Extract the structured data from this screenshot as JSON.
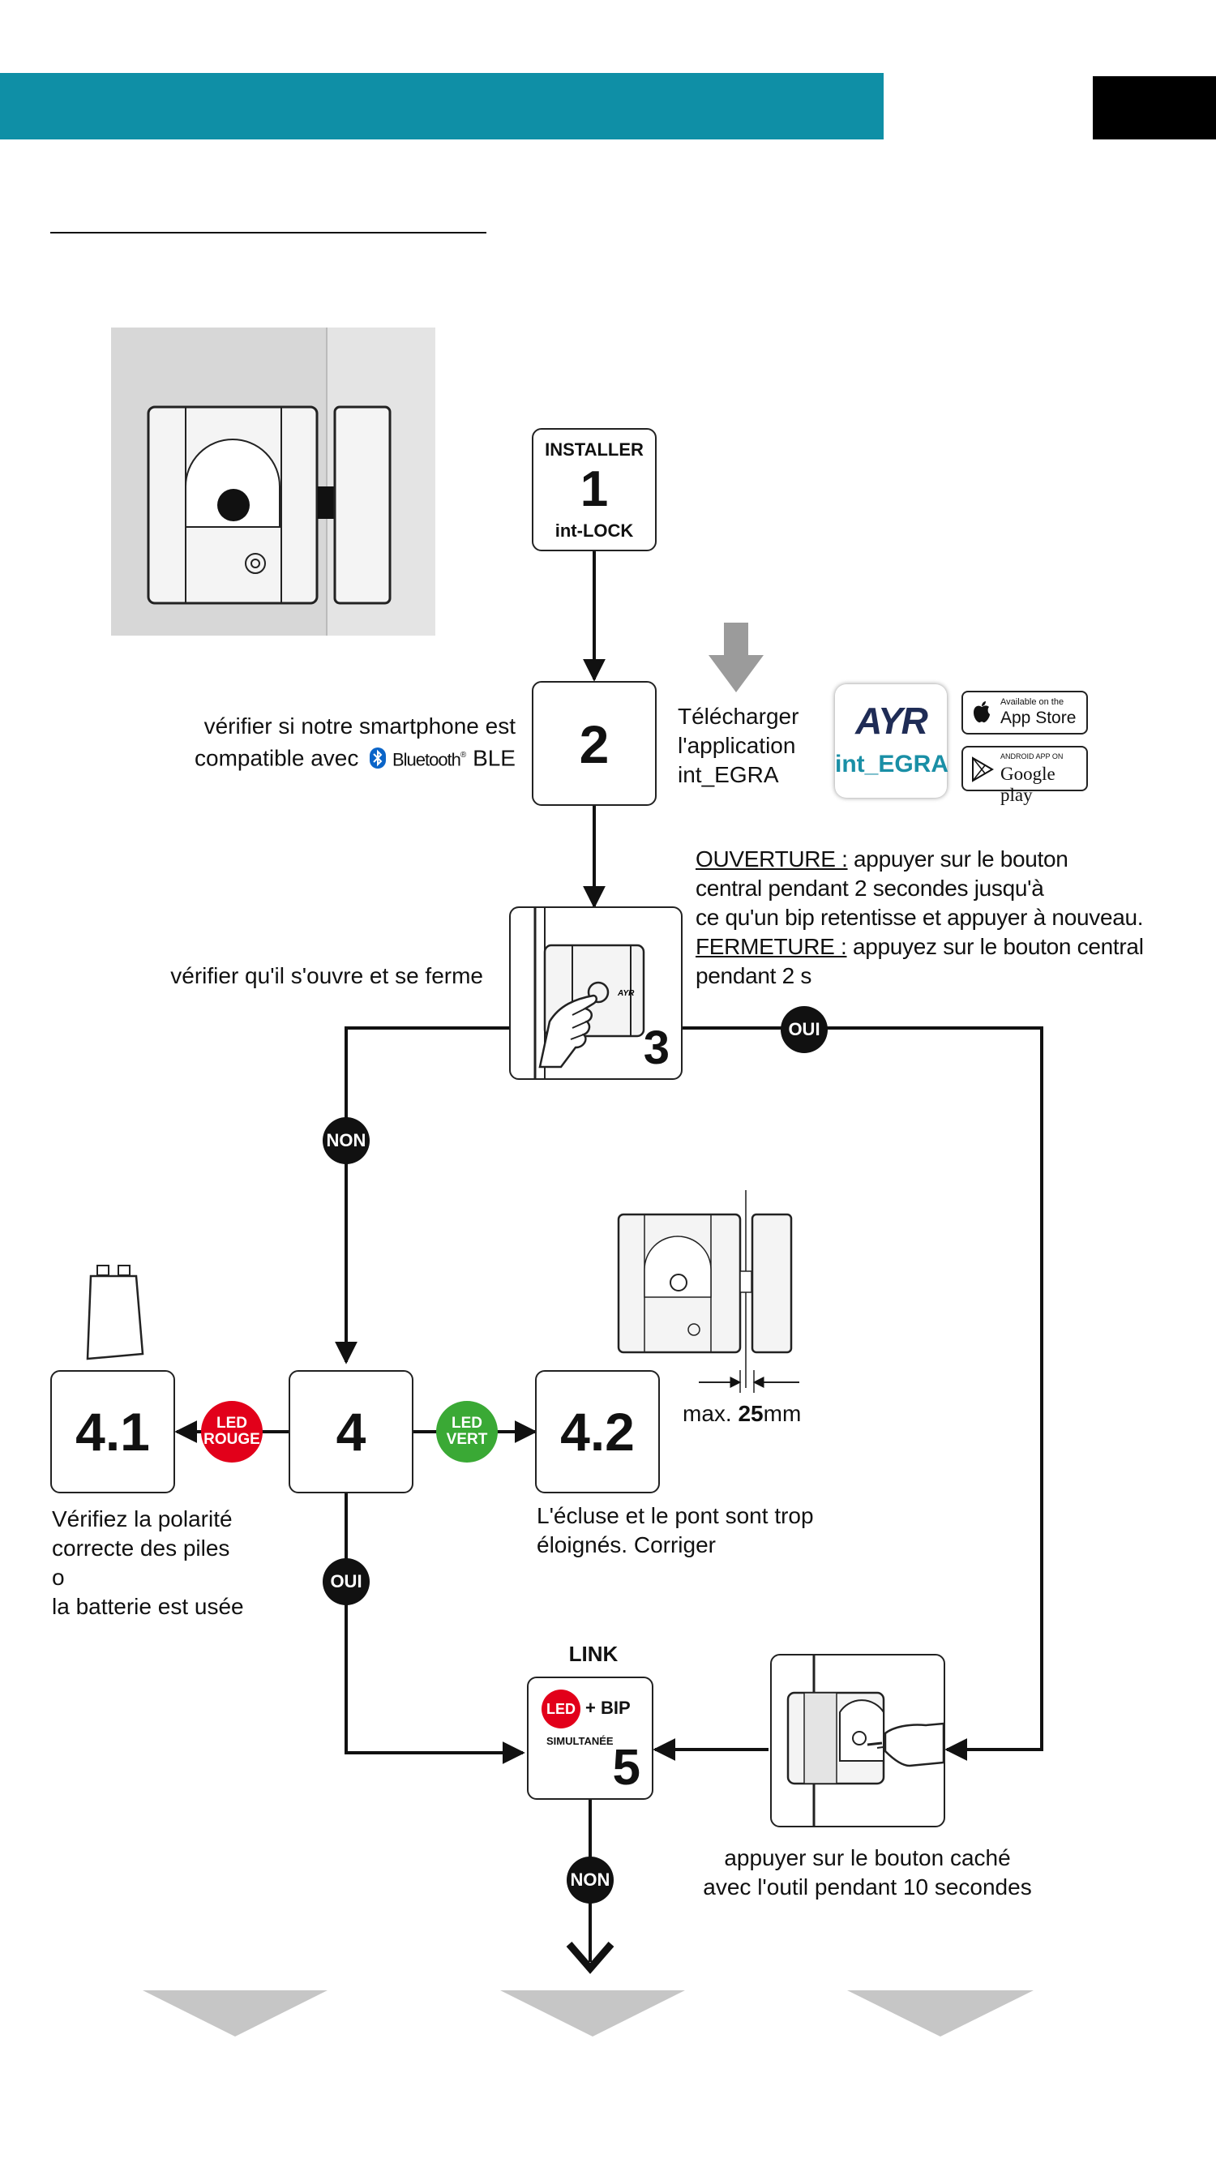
{
  "colors": {
    "header_bar": "#0f8fa6",
    "led_red": "#e2001a",
    "led_green": "#3aa935",
    "badge_dark": "#111111",
    "arrow_gray": "#9b9b9b",
    "chevron_gray": "#c6c6c6",
    "bluetooth_blue": "#0a64c8",
    "ayr_red": "#1f2c56",
    "int_egra_teal": "#1a8fa6"
  },
  "step1": {
    "top": "INSTALLER",
    "num": "1",
    "bottom": "int-LOCK"
  },
  "step2": {
    "num": "2",
    "left_line1": "vérifier si notre smartphone est",
    "left_line2": "compatible avec",
    "bluetooth_word": "Bluetooth",
    "ble": "BLE",
    "right_line1": "Télécharger",
    "right_line2": "l'application",
    "right_line3": "int_EGRA"
  },
  "app_logo": {
    "brand": "AYR",
    "product": "int_EGRA"
  },
  "app_store": {
    "small": "Available on the",
    "big": "App Store"
  },
  "google_play": {
    "small": "ANDROID APP ON",
    "big": "Google play"
  },
  "step3": {
    "num": "3",
    "left": "vérifier qu'il s'ouvre et se ferme",
    "ouverture_label": "OUVERTURE :",
    "ouverture_text1": " appuyer sur le bouton",
    "ouverture_text2": "central pendant 2 secondes jusqu'à",
    "ouverture_text3": "ce qu'un bip retentisse et appuyer à nouveau.",
    "fermeture_label": "FERMETURE :",
    "fermeture_text1": " appuyez sur le bouton central",
    "fermeture_text2": "pendant 2 s"
  },
  "badges": {
    "oui": "OUI",
    "non": "NON"
  },
  "step4": {
    "num": "4"
  },
  "step41": {
    "num": "4.1",
    "led_line1": "LED",
    "led_line2": "ROUGE",
    "line1": "Vérifiez la polarité",
    "line2": "correcte des piles",
    "line3": "o",
    "line4": "la batterie est usée"
  },
  "step42": {
    "num": "4.2",
    "led_line1": "LED",
    "led_line2": "VERT",
    "line1": "L'écluse et le pont sont trop",
    "line2": "éloignés. Corriger",
    "max_prefix": "max. ",
    "max_value": "25",
    "max_unit": "mm"
  },
  "step5": {
    "title": "LINK",
    "led": "LED",
    "bip": "+ BIP",
    "simul": "SIMULTANÉE",
    "num": "5",
    "hidden_line1": "appuyer sur le bouton caché",
    "hidden_line2": "avec l'outil pendant 10 secondes"
  }
}
